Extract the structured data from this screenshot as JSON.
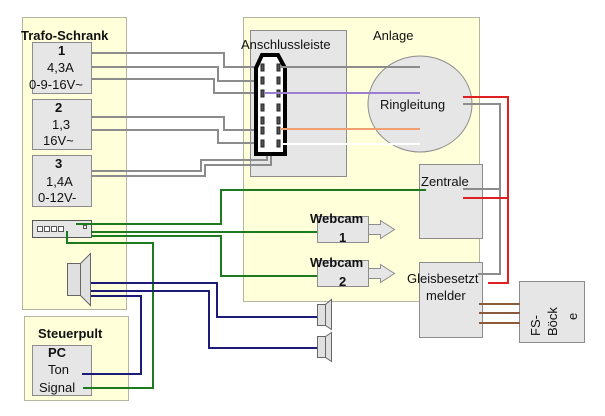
{
  "title": "Wiring diagram",
  "colors": {
    "panel_bg": "#ffffd9",
    "panel_border": "#b5b5a0",
    "box_bg": "#e6e6e6",
    "box_border": "#8c8c8c",
    "wire_gray": "#8c8c8c",
    "wire_purple": "#9a7fd0",
    "wire_orange": "#f0a070",
    "wire_white": "#ffffff",
    "wire_red": "#e02020",
    "wire_green": "#1e7a1e",
    "wire_blue": "#1c1c78",
    "wire_brown": "#8a5a3a"
  },
  "trafo": {
    "title": "Trafo-Schrank",
    "units": [
      {
        "num": "1",
        "current": "4,3A",
        "voltage": "0-9-16V~"
      },
      {
        "num": "2",
        "current": "1,3",
        "voltage": "16V~"
      },
      {
        "num": "3",
        "current": "1,4A",
        "voltage": "0-12V-"
      }
    ]
  },
  "steuerpult": {
    "title": "Steuerpult",
    "pc": {
      "title": "PC",
      "line1": "Ton",
      "line2": "Signal"
    }
  },
  "anlage": {
    "title": "Anlage",
    "anschlussleiste": "Anschlussleiste",
    "ringleitung": "Ringleitung",
    "zentrale": "Zentrale",
    "gleisbesetzt": {
      "line1": "Gleisbesetzt",
      "line2": "melder"
    },
    "fs_bloecke": {
      "line1": "FS-",
      "line2": "Böck",
      "line3": "e"
    },
    "webcams": [
      {
        "line1": "Webcam",
        "line2": "1"
      },
      {
        "line1": "Webcam",
        "line2": "2"
      }
    ]
  }
}
